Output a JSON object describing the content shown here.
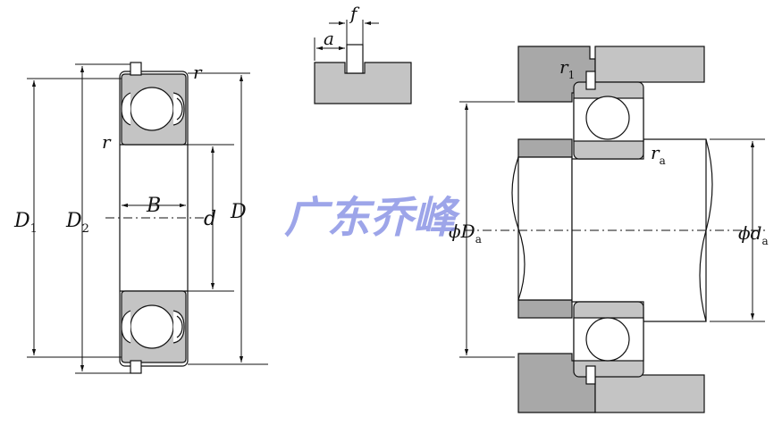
{
  "labels": {
    "D1": {
      "main": "D",
      "sub": "1"
    },
    "D2": {
      "main": "D",
      "sub": "2"
    },
    "B": "B",
    "d": "d",
    "D": "D",
    "r_top": "r",
    "r_left": "r",
    "a": "a",
    "f": "f",
    "r1": {
      "main": "r",
      "sub": "1"
    },
    "ra": {
      "main": "r",
      "sub": "a"
    },
    "Da": {
      "phi": "ϕ",
      "main": "D",
      "sub": "a"
    },
    "da": {
      "phi": "ϕ",
      "main": "d",
      "sub": "a"
    }
  },
  "watermark": "广东乔峰",
  "colors": {
    "line": "#111111",
    "ring_fill": "#c4c4c4",
    "housing_fill": "#a8a8a8",
    "shaft_fill": "#ffffff",
    "watermark": "#8c96e6"
  }
}
